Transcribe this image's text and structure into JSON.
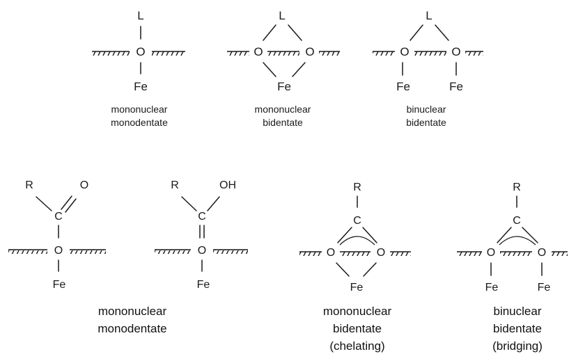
{
  "atoms": {
    "ligand": "L",
    "oxygen": "O",
    "iron": "Fe",
    "r_group": "R",
    "carbon": "C",
    "hydroxyl": "OH"
  },
  "top_row": [
    {
      "caption": [
        "mononuclear",
        "monodentate"
      ]
    },
    {
      "caption": [
        "mononuclear",
        "bidentate"
      ]
    },
    {
      "caption": [
        "binuclear",
        "bidentate"
      ]
    }
  ],
  "bottom_row": [
    {
      "caption": [
        "mononuclear",
        "monodentate"
      ]
    },
    {
      "caption": [
        "mononuclear",
        "bidentate",
        "(chelating)"
      ]
    },
    {
      "caption": [
        "binuclear",
        "bidentate",
        "(bridging)"
      ]
    }
  ]
}
